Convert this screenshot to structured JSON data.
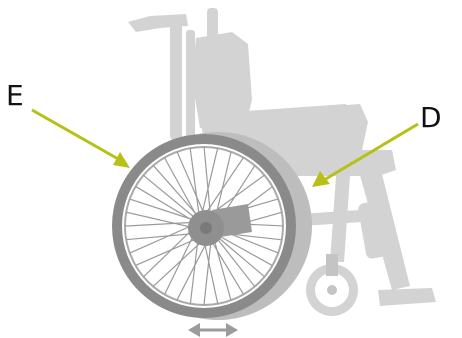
{
  "callouts": {
    "e": {
      "label": "E",
      "target": "rear-wheel"
    },
    "d": {
      "label": "D",
      "target": "wheel-hub-axle-position"
    }
  },
  "illustration": {
    "subject": "wheelchair",
    "arrow_icon": "double-headed-horizontal-arrow"
  },
  "colors": {
    "chair_body": "#d3d3d3",
    "chair_detail": "#c4c4c4",
    "tire": "#8a8a8a",
    "hub": "#8f8f8f",
    "spokes": "#9a9a9a",
    "leader_line": "#b6c117",
    "label_text": "#111111"
  }
}
